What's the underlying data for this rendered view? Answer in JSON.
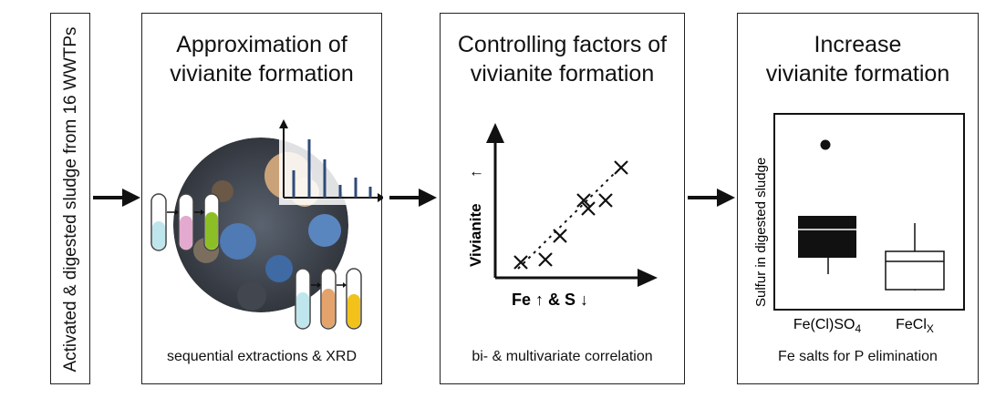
{
  "side_label": "Activated & digested sludge from 16 WWTPs",
  "panel1": {
    "title_line1": "Approximation of",
    "title_line2": "vivianite formation",
    "caption": "sequential extractions & XRD"
  },
  "panel2": {
    "title_line1": "Controlling factors of",
    "title_line2": "vivianite formation",
    "y_axis_label": "Vivianite",
    "y_arrow": "↑",
    "x_axis_label": "Fe ↑ & S ↓",
    "caption": "bi- & multivariate correlation"
  },
  "panel3": {
    "title_line1": "Increase",
    "title_line2": "vivianite formation",
    "y_axis_label": "Sulfur in digested sludge",
    "category1": "Fe(Cl)SO",
    "category1_sub": "4",
    "category2": "FeCl",
    "category2_sub": "X",
    "caption": "Fe salts for P elimination"
  },
  "colors": {
    "tube_cyan": "#bfe6ec",
    "tube_pink": "#e3a9cf",
    "tube_green": "#8cbf26",
    "tube_orange": "#e4a36c",
    "tube_yellow": "#f2c21b",
    "bar_blue": "#2f4a78"
  }
}
